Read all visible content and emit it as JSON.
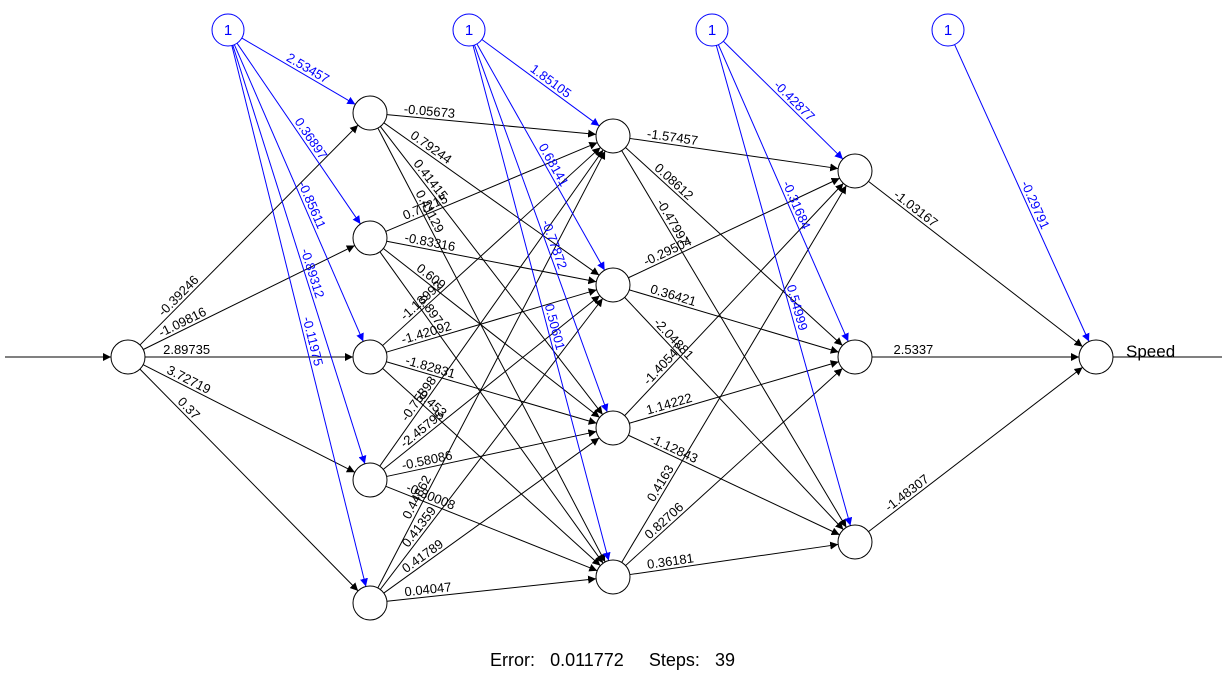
{
  "output_label": "Speed",
  "bias_label": "1",
  "footer": {
    "error_label": "Error:",
    "error_value": "0.011772",
    "steps_label": "Steps:",
    "steps_value": "39"
  },
  "colors": {
    "weight": "#000000",
    "bias": "#0000ff",
    "node": "#000000"
  },
  "network": {
    "layers": [
      1,
      5,
      4,
      3,
      1
    ],
    "input_weights": [
      "-0.39246",
      "-1.09816",
      "2.89735",
      "3.72719",
      "0.37"
    ],
    "hidden1_bias": [
      "2.53457",
      "0.36897",
      "-0.85611",
      "-0.89312",
      "-0.11975"
    ],
    "hidden1_to_hidden2": [
      [
        "-0.05673",
        "0.79244",
        "0.41415",
        "0.41129"
      ],
      [
        "0.77215",
        "-0.83316",
        "0.609",
        "0.897"
      ],
      [
        "-1.13992",
        "-1.42092",
        "-1.82831",
        "-0.453"
      ],
      [
        "-0.75898",
        "-2.45795",
        "-0.58086",
        "-0.30008"
      ],
      [
        "0.44862",
        "0.41359",
        "0.41789",
        "0.04047"
      ]
    ],
    "hidden2_bias": [
      "1.85105",
      "0.68141",
      "-0.77872",
      "0.50601"
    ],
    "hidden2_to_hidden3": [
      [
        "-1.57457",
        "0.08612",
        "-0.47997"
      ],
      [
        "-0.29504",
        "0.36421",
        "-2.04881"
      ],
      [
        "-1.40547",
        "1.14222",
        "-1.12843"
      ],
      [
        "0.4163",
        "0.82706",
        "0.36181"
      ]
    ],
    "hidden3_bias": [
      "-0.42877",
      "-0.31684",
      "0.54999"
    ],
    "hidden3_to_output": [
      "-1.03167",
      "2.5337",
      "-1.48307"
    ],
    "output_bias": "-0.29791"
  }
}
